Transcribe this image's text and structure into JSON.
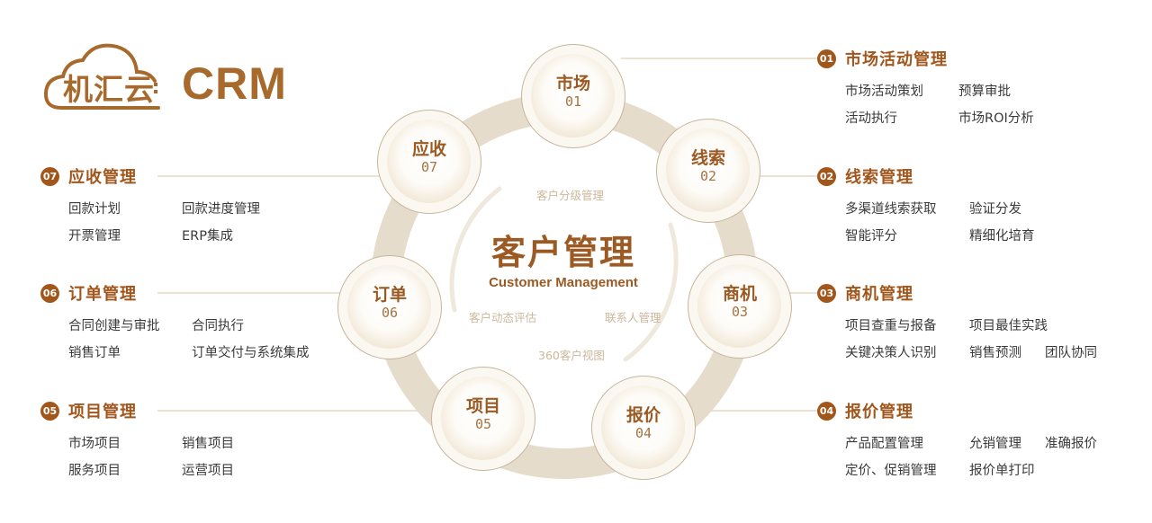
{
  "logo": {
    "cn": "机汇云",
    "en": "CRM",
    "icon": "cloud-icon"
  },
  "colors": {
    "accent": "#a1561c",
    "ring": "#e6dccb",
    "node_border": "#c7b59c",
    "tag": "#ccb79a",
    "text": "#3a3a3a"
  },
  "center": {
    "title": "客户管理",
    "subtitle": "Customer Management",
    "tags": [
      "客户分级管理",
      "客户动态评估",
      "联系人管理",
      "360客户视图"
    ]
  },
  "nodes": [
    {
      "label": "市场",
      "num": "01"
    },
    {
      "label": "线索",
      "num": "02"
    },
    {
      "label": "商机",
      "num": "03"
    },
    {
      "label": "报价",
      "num": "04"
    },
    {
      "label": "项目",
      "num": "05"
    },
    {
      "label": "订单",
      "num": "06"
    },
    {
      "label": "应收",
      "num": "07"
    }
  ],
  "sections": [
    {
      "num": "01",
      "title": "市场活动管理",
      "items": [
        "市场活动策划",
        "预算审批",
        "活动执行",
        "市场ROI分析"
      ]
    },
    {
      "num": "02",
      "title": "线索管理",
      "items": [
        "多渠道线索获取",
        "验证分发",
        "智能评分",
        "精细化培育"
      ]
    },
    {
      "num": "03",
      "title": "商机管理",
      "items": [
        "项目查重与报备",
        "项目最佳实践",
        "关键决策人识别",
        "销售预测",
        "团队协同"
      ]
    },
    {
      "num": "04",
      "title": "报价管理",
      "items": [
        "产品配置管理",
        "允销管理",
        "准确报价",
        "定价、促销管理",
        "报价单打印"
      ]
    },
    {
      "num": "05",
      "title": "项目管理",
      "items": [
        "市场项目",
        "销售项目",
        "服务项目",
        "运营项目"
      ]
    },
    {
      "num": "06",
      "title": "订单管理",
      "items": [
        "合同创建与审批",
        "合同执行",
        "销售订单",
        "订单交付与系统集成"
      ]
    },
    {
      "num": "07",
      "title": "应收管理",
      "items": [
        "回款计划",
        "回款进度管理",
        "开票管理",
        "ERP集成"
      ]
    }
  ]
}
